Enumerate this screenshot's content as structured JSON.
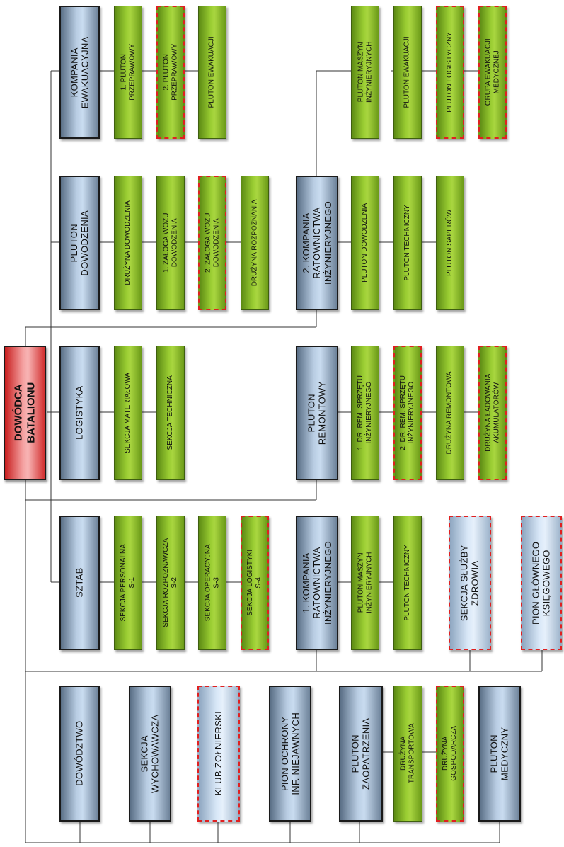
{
  "root": "DOWÓDCA\nBATALIONU",
  "nodes": {
    "kompania_ewakuacyjna": "KOMPANIA\nEWAKUACYJNA",
    "pluton_przeprawowy_1": "1. PLUTON\nPRZEPRAWOWY",
    "pluton_przeprawowy_2": "2. PLUTON\nPRZEPRAWOWY",
    "pluton_ewakuacji": "PLUTON EWAKUACJI",
    "pluton_maszyn_inz": "PLUTON MASZYN\nINŻYNIERYJNYCH",
    "pluton_ewakuacji_2": "PLUTON EWAKUACJI",
    "pluton_logistyczny": "PLUTON LOGISTYCZNY",
    "grupa_ewakuacji_med": "GRUPA EWAKUACJI\nMEDYCZNEJ",
    "pluton_dowodzenia": "PLUTON\nDOWODZENIA",
    "druzyna_dowodzenia": "DRUŻYNA DOWODZENIA",
    "zaloga_wozu_1": "1. ZAŁOGA WOZU\nDOWODZENIA",
    "zaloga_wozu_2": "2. ZAŁOGA WOZU\nDOWODZENIA",
    "druzyna_rozpoznania": "DRUŻYNA ROZPOZNANIA",
    "kompania_ratownictwa_2": "2. KOMPANIA\nRATOWNICTWA\nINŻYNIERYJNEGO",
    "kr2_pluton_dowodzenia": "PLUTON DOWODZENIA",
    "kr2_pluton_techniczny": "PLUTON TECHNICZNY",
    "kr2_pluton_saperow": "PLUTON SAPERÓW",
    "logistyka": "LOGISTYKA",
    "sekcja_materialowa": "SEKCJA MATERIAŁOWA",
    "sekcja_techniczna": "SEKCJA TECHNICZNA",
    "pluton_remontowy": "PLUTON\nREMONTOWY",
    "dr_rem_1": "1. DR. REM. SPRZĘTU\nINŻYNIERYJNEGO",
    "dr_rem_2": "2. DR. REM. SPRZĘTU\nINŻYNIERYJNEGO",
    "druzyna_remontowa": "DRUŻYNA REMONTOWA",
    "druzyna_ladowania": "DRUŻYNA ŁADOWANIA\nAKUMULATORÓW",
    "sztab": "SZTAB",
    "sekcja_personalna": "SEKCJA PERSONALNA\nS-1",
    "sekcja_rozpoznawcza": "SEKCJA ROZPOZNAWCZA\nS-2",
    "sekcja_operacyjna": "SEKCJA OPERACYJNA\nS-3",
    "sekcja_logistyki": "SEKCJA LOGISTYKI\nS-4",
    "kompania_ratownictwa_1": "1. KOMPANIA\nRATOWNICTWA\nINŻYNIERYJNEGO",
    "kr1_pluton_maszyn": "PLUTON MASZYN\nINŻYNIERYJNYCH",
    "kr1_pluton_techniczny": "PLUTON TECHNICZNY",
    "sekcja_sluzby_zdrowia": "SEKCJA SŁUŻBY\nZDROWIA",
    "pion_glownego_ksiegowego": "PION GŁÓWNEGO\nKSIĘGOWEGO",
    "dowodztwo": "DOWÓDZTWO",
    "sekcja_wychowawcza": "SEKCJA\nWYCHOWAWCZA",
    "klub_zolnierski": "KLUB ŻOŁNIERSKI",
    "pion_ochrony": "PION OCHRONY\nINF. NIEJAWNYCH",
    "pluton_zaopatrzenia": "PLUTON\nZAOPATRZENIA",
    "druzyna_transportowa": "DRUŻYNA\nTRANSPORTOWA",
    "druzyna_gospodarcza": "DRUŻYNA\nGOSPODARCZA",
    "pluton_medyczny": "PLUTON\nMEDYCZNY"
  }
}
